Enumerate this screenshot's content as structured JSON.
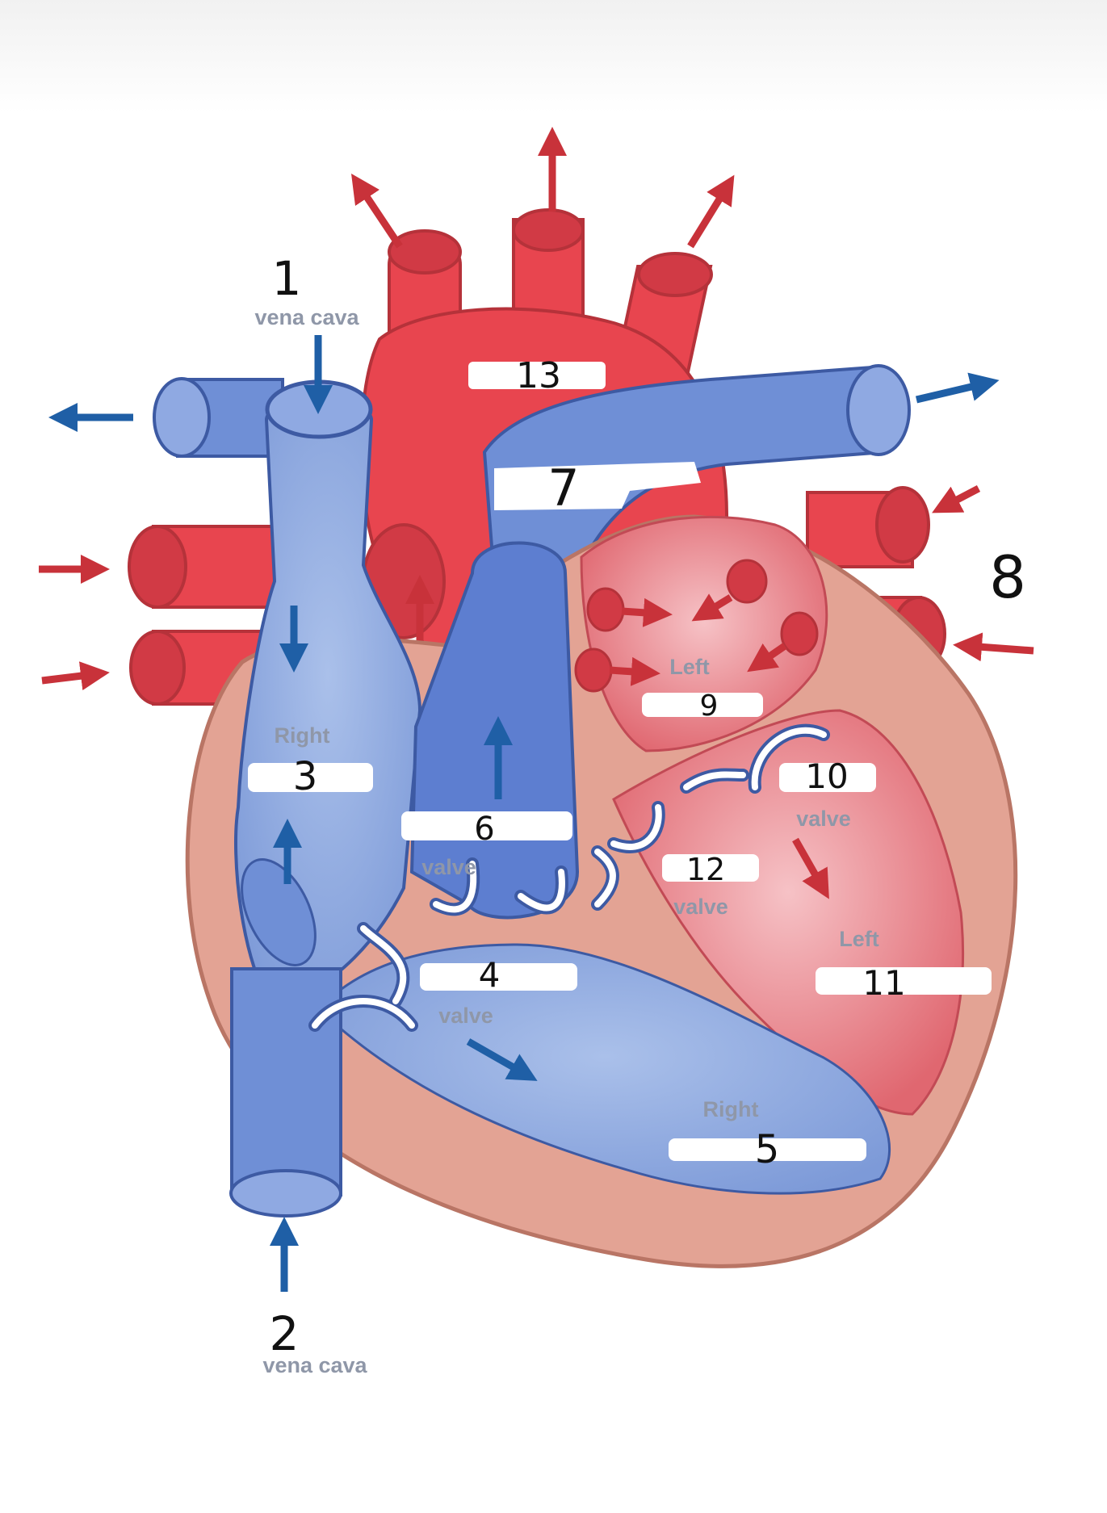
{
  "labels": {
    "top_vena_cava": "vena cava",
    "right_atrium_word": "Right",
    "valve_6": "valve",
    "valve_4": "valve",
    "left_atrium_word": "Left",
    "valve_10": "valve",
    "valve_12": "valve",
    "left_ventricle_word": "Left",
    "right_ventricle_word": "Right",
    "bottom_vena_cava": "vena cava"
  },
  "numbers": {
    "n1": "1",
    "n2": "2",
    "n3": "3",
    "n4": "4",
    "n5": "5",
    "n6": "6",
    "n7": "7",
    "n8": "8",
    "n9": "9",
    "n10": "10",
    "n11": "11",
    "n12": "12",
    "n13": "13"
  },
  "colors": {
    "oxygenated_red": "#e8454f",
    "deoxygenated_blue": "#6f8fd6",
    "heart_wall": "#e3a394",
    "arrow_red": "#c8323a",
    "arrow_blue": "#1f5fa6"
  }
}
